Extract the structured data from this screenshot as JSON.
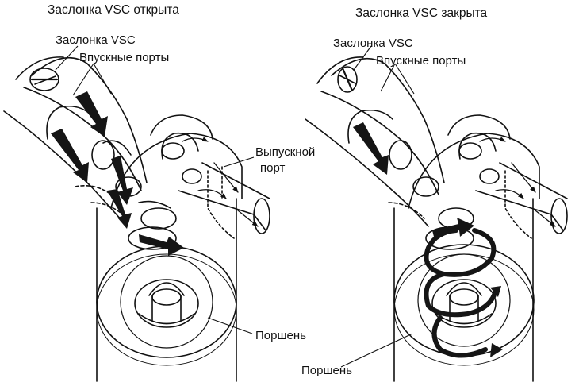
{
  "left_panel": {
    "title": "Заслонка VSC открыта",
    "label_valve": "Заслонка VSC",
    "label_intake": "Впускные порты",
    "label_exhaust_line1": "Выпускной",
    "label_exhaust_line2": "порт",
    "label_piston": "Поршень"
  },
  "right_panel": {
    "title": "Заслонка VSC закрыта",
    "label_valve": "Заслонка VSC",
    "label_intake": "Впускные порты",
    "label_piston": "Поршень"
  },
  "colors": {
    "ink": "#111111",
    "background": "#ffffff",
    "flow_arrow": "#151515"
  }
}
